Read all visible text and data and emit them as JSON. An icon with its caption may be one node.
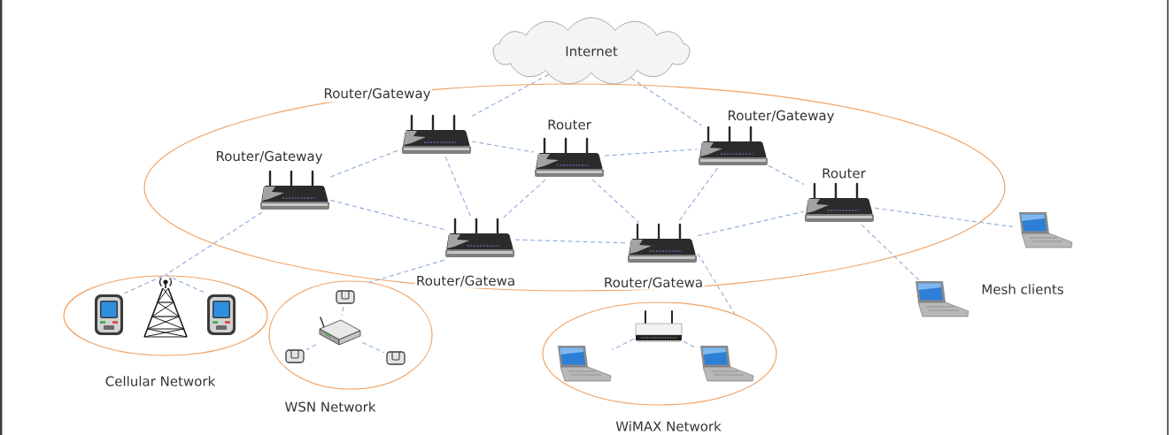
{
  "diagram": {
    "nodes": [
      {
        "text": [
          "Internet"
        ]
      },
      {
        "text": [],
        "shape": "ellipse"
      },
      {
        "text": [
          "Router/Gateway"
        ],
        "in": 1
      },
      {
        "text": [
          "Router"
        ],
        "in": 1
      },
      {
        "text": [
          "Router/Gateway"
        ],
        "in": 1
      },
      {
        "text": [
          "Router/Gateway"
        ],
        "in": 1
      },
      {
        "text": [
          "Router"
        ],
        "in": 1
      },
      {
        "text": [
          "Router/Gatewa"
        ],
        "in": 1
      },
      {
        "text": [
          "Router/Gatewa"
        ],
        "in": 1
      },
      {
        "text": [],
        "shape": "laptop"
      },
      {
        "text": [],
        "shape": "laptop"
      },
      {
        "text": [
          "Cellular Network"
        ]
      },
      {
        "text": [],
        "shape": "phone",
        "in": 11
      },
      {
        "text": [],
        "shape": "tower",
        "in": 11
      },
      {
        "text": [],
        "shape": "phone",
        "in": 11
      },
      {
        "text": [
          "WSN Network"
        ]
      },
      {
        "text": [],
        "shape": "sensor",
        "in": 15
      },
      {
        "text": [],
        "shape": "device",
        "in": 15
      },
      {
        "text": [],
        "shape": "sensor",
        "in": 15
      },
      {
        "text": [],
        "shape": "sensor",
        "in": 15
      },
      {
        "text": [
          "WiMAX Network"
        ]
      },
      {
        "text": [],
        "shape": "router",
        "in": 20
      },
      {
        "text": [],
        "shape": "laptop",
        "in": 20
      },
      {
        "text": [],
        "shape": "laptop",
        "in": 20
      }
    ],
    "edges": [
      {
        "from": 0,
        "to": 2,
        "arrow": "none",
        "style": "dashed"
      },
      {
        "from": 0,
        "to": 4,
        "arrow": "none",
        "style": "dashed"
      },
      {
        "from": 5,
        "to": 2,
        "arrow": "none",
        "style": "dashed"
      },
      {
        "from": 5,
        "to": 7,
        "arrow": "none",
        "style": "dashed"
      },
      {
        "from": 5,
        "to": 13,
        "arrow": "none",
        "style": "dashed"
      },
      {
        "from": 2,
        "to": 3,
        "arrow": "none",
        "style": "dashed"
      },
      {
        "from": 2,
        "to": 7,
        "arrow": "none",
        "style": "dashed"
      },
      {
        "from": 3,
        "to": 7,
        "arrow": "none",
        "style": "dashed"
      },
      {
        "from": 3,
        "to": 4,
        "arrow": "none",
        "style": "dashed"
      },
      {
        "from": 3,
        "to": 8,
        "arrow": "none",
        "style": "dashed"
      },
      {
        "from": 4,
        "to": 8,
        "arrow": "none",
        "style": "dashed"
      },
      {
        "from": 4,
        "to": 6,
        "arrow": "none",
        "style": "dashed"
      },
      {
        "from": 7,
        "to": 8,
        "arrow": "none",
        "style": "dashed"
      },
      {
        "from": 8,
        "to": 6,
        "arrow": "none",
        "style": "dashed"
      },
      {
        "from": 6,
        "to": 9,
        "arrow": "none",
        "style": "dashed"
      },
      {
        "from": 6,
        "to": 10,
        "arrow": "none",
        "style": "dashed"
      },
      {
        "from": 7,
        "to": 15,
        "arrow": "none",
        "style": "dashed"
      },
      {
        "from": 8,
        "to": 20,
        "arrow": "none",
        "style": "dashed"
      },
      {
        "from": 12,
        "to": 13,
        "arrow": "none",
        "style": "dashed"
      },
      {
        "from": 13,
        "to": 14,
        "arrow": "none",
        "style": "dashed"
      },
      {
        "from": 16,
        "to": 17,
        "arrow": "none",
        "style": "dashed"
      },
      {
        "from": 17,
        "to": 18,
        "arrow": "none",
        "style": "dashed"
      },
      {
        "from": 17,
        "to": 19,
        "arrow": "none",
        "style": "dashed"
      },
      {
        "from": 21,
        "to": 22,
        "arrow": "none",
        "style": "dashed"
      },
      {
        "from": 21,
        "to": 23,
        "arrow": "none",
        "style": "dashed"
      }
    ],
    "labels": [
      "Mesh clients"
    ]
  }
}
